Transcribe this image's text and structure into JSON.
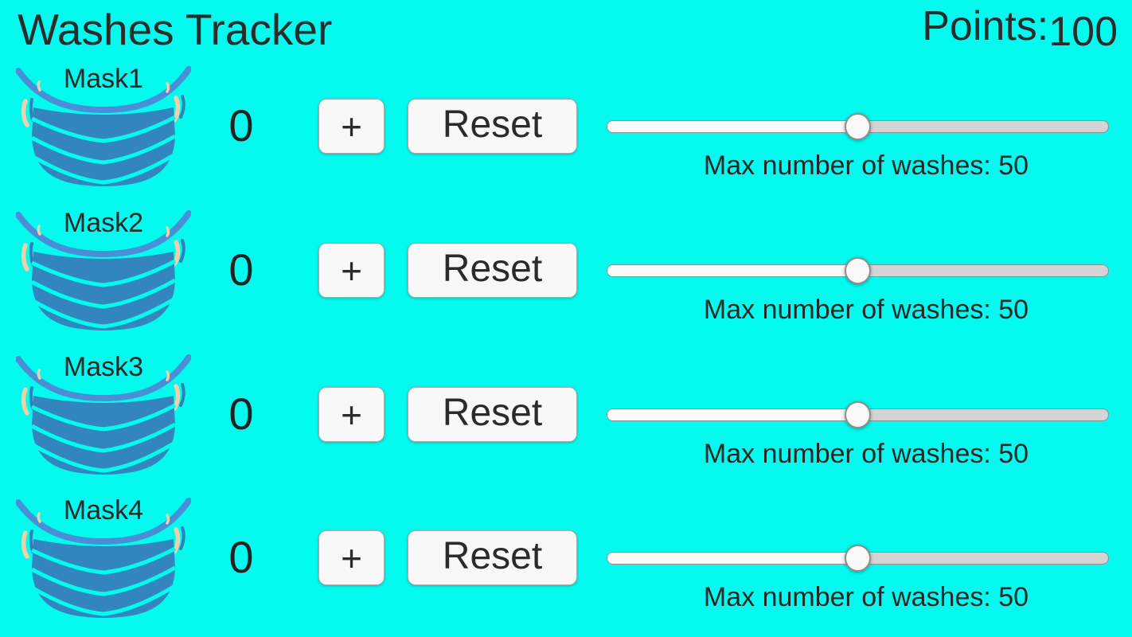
{
  "header": {
    "title": "Washes Tracker",
    "points_label": "Points:",
    "points_value": "100"
  },
  "colors": {
    "background": "#02fbee",
    "mask_body": "#3385bd",
    "mask_band": "#4a8fd6",
    "mask_ear": "#f2cfa6",
    "text": "#2b2b2b"
  },
  "rows": [
    {
      "mask_label": "Mask1",
      "count": "0",
      "plus_label": "+",
      "reset_label": "Reset",
      "slider_percent": 50,
      "max_label": "Max number of washes: 50"
    },
    {
      "mask_label": "Mask2",
      "count": "0",
      "plus_label": "+",
      "reset_label": "Reset",
      "slider_percent": 50,
      "max_label": "Max number of washes: 50"
    },
    {
      "mask_label": "Mask3",
      "count": "0",
      "plus_label": "+",
      "reset_label": "Reset",
      "slider_percent": 50,
      "max_label": "Max number of washes: 50"
    },
    {
      "mask_label": "Mask4",
      "count": "0",
      "plus_label": "+",
      "reset_label": "Reset",
      "slider_percent": 50,
      "max_label": "Max number of washes: 50"
    }
  ]
}
